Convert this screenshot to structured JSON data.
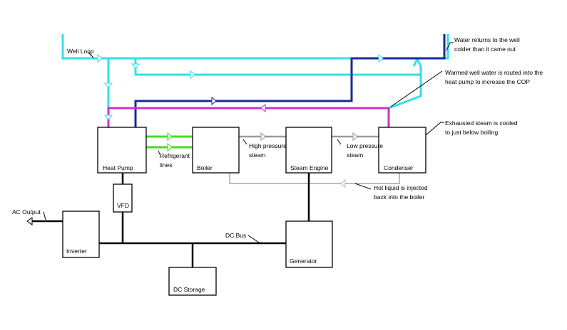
{
  "colors": {
    "well_loop": "#33e0e6",
    "return_loop": "#1a2a9a",
    "warm_loop": "#cc33cc",
    "refrigerant": "#44dd22",
    "steam": "#999999",
    "liquid_return": "#bbbbbb",
    "electrical": "#000000"
  },
  "components": {
    "heat_pump": "Heat Pump",
    "boiler": "Boiler",
    "steam_engine": "Steam Engine",
    "condenser": "Condenser",
    "vfd": "VFD",
    "inverter": "Inverter",
    "generator": "Generator",
    "dc_storage": "DC Storage"
  },
  "labels": {
    "well_loop": "Well Loop",
    "refrigerant_line1": "Refrigerant",
    "refrigerant_line2": "lines",
    "high_pressure_line1": "High pressure",
    "high_pressure_line2": "steam",
    "low_pressure_line1": "Low pressure",
    "low_pressure_line2": "steam",
    "ac_output": "AC Output",
    "dc_bus": "DC Bus"
  },
  "annotations": {
    "well_return_line1": "Water returns to the well",
    "well_return_line2": "colder than it came out",
    "warmed_line1": "Warmed well water is routed into the",
    "warmed_line2": "heat pump to increase the COP",
    "exhausted_line1": "Exhausted steam is cooled",
    "exhausted_line2": "to just below boiling",
    "hot_liquid_line1": "Hot liquid is injected",
    "hot_liquid_line2": "back into the boiler"
  }
}
